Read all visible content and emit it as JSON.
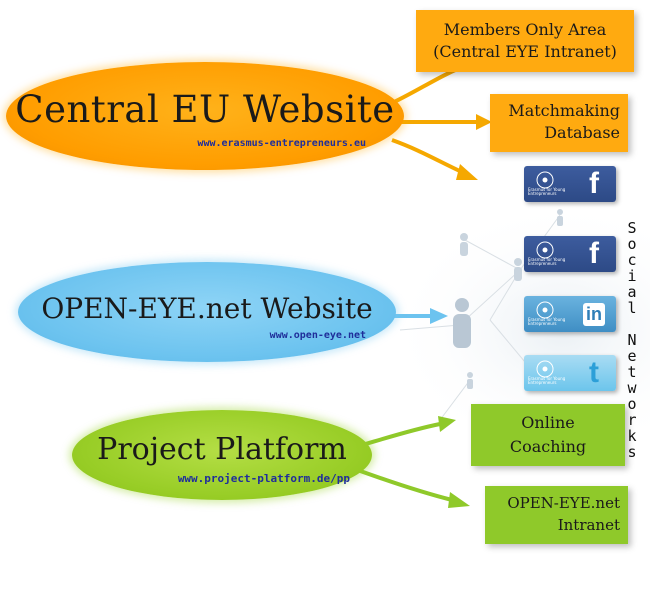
{
  "nodes": {
    "central": {
      "title": "Central EU Website",
      "url": "www.erasmus-entrepreneurs.eu",
      "color": "#ff9d00"
    },
    "openeye": {
      "title": "OPEN-EYE.net Website",
      "url": "www.open-eye.net",
      "color": "#6cc3ef"
    },
    "platform": {
      "title": "Project Platform",
      "url": "www.project-platform.de/pp",
      "color": "#98cd26"
    }
  },
  "boxes": {
    "members": {
      "line1": "Members Only Area",
      "line2": "(Central EYE Intranet)"
    },
    "matchmaking": {
      "line1": "Matchmaking",
      "line2": "Database"
    },
    "coaching": {
      "line1": "Online",
      "line2": "Coaching"
    },
    "intranet": {
      "line1": "OPEN-EYE.net",
      "line2": "Intranet"
    }
  },
  "social": {
    "label": "Social Networks",
    "logo_text": "Erasmus for Young Entrepreneurs",
    "items": [
      {
        "id": "fb-1",
        "network": "facebook",
        "mark": "f"
      },
      {
        "id": "fb-2",
        "network": "facebook",
        "mark": "f"
      },
      {
        "id": "li",
        "network": "linkedin",
        "mark": "in"
      },
      {
        "id": "tw",
        "network": "twitter",
        "mark": "t"
      }
    ]
  },
  "colors": {
    "orange": "#ffaa10",
    "blue": "#6cc3ef",
    "green": "#8fc92a",
    "url_text": "#1f2e9a"
  }
}
